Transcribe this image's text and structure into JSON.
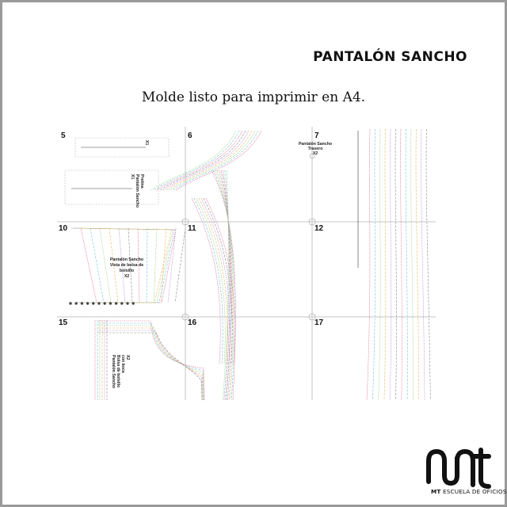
{
  "title": "PANTALÓN SANCHO",
  "subtitle": "Molde listo para imprimir en A4.",
  "pages": [
    "5",
    "6",
    "7",
    "10",
    "11",
    "12",
    "15",
    "16",
    "17"
  ],
  "labels": {
    "trasero_1": "Pantalón Sancho",
    "trasero_2": "Trasero",
    "trasero_3": "X2",
    "vista_1": "Pantalón Sancho",
    "vista_2": "Vista de bolsa de",
    "vista_3": "bolsillo",
    "vista_4": "X2",
    "bolsa_1": "Pantalón Sancho",
    "bolsa_2": "Bolsa de bolsillo",
    "bolsa_3": "con boca",
    "bolsa_4": "X2",
    "small_1": "Pretina",
    "small_2": "Pantalón Sancho",
    "small_3": "X1"
  },
  "brand": {
    "short": "MT",
    "name": "ESCUELA DE OFICIOS"
  },
  "colors": {
    "frame": "#9a9a9a",
    "grid": "#b5b5b5",
    "lines": [
      "#e26a8c",
      "#6fc3de",
      "#9ad07c",
      "#f0b35e",
      "#b58ad8",
      "#8a8a8a"
    ]
  }
}
